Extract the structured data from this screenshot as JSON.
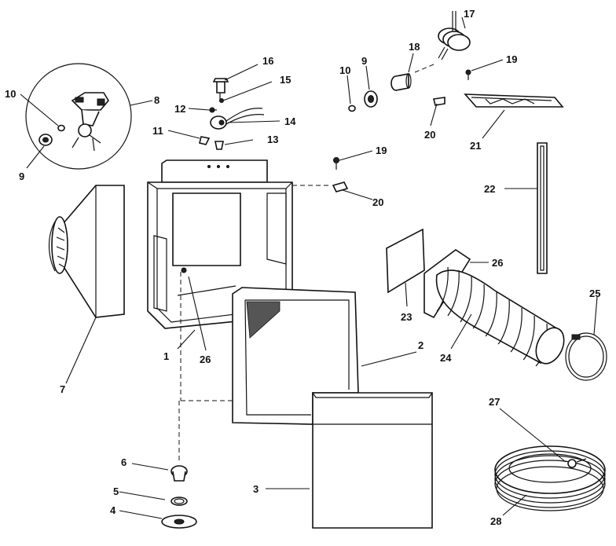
{
  "diagram": {
    "callouts": [
      "1",
      "2",
      "3",
      "4",
      "5",
      "6",
      "7",
      "8",
      "9",
      "10",
      "11",
      "12",
      "13",
      "14",
      "15",
      "16",
      "17",
      "18",
      "9",
      "10",
      "19",
      "19",
      "20",
      "20",
      "21",
      "22",
      "23",
      "24",
      "25",
      "26",
      "26",
      "27",
      "28"
    ]
  }
}
